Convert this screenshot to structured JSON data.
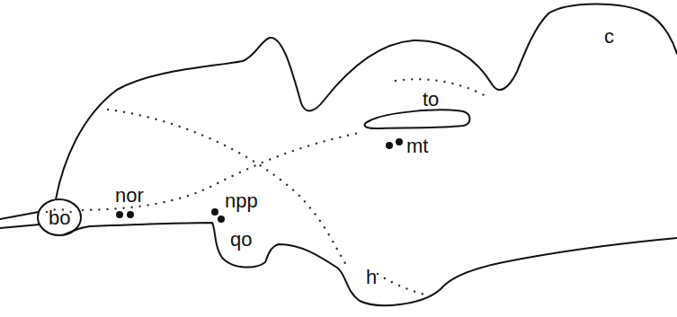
{
  "diagram": {
    "labels": [
      "bo",
      "nor",
      "npp",
      "qo",
      "to",
      "mt",
      "h",
      "c"
    ]
  }
}
